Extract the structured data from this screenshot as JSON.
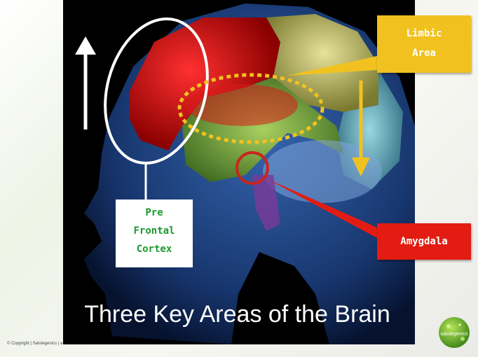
{
  "slide": {
    "title": "Three Key Areas of the Brain",
    "copyright": "© Copyright | Salutegenics | a",
    "logo_text": "salutegenics"
  },
  "labels": {
    "prefrontal_line1": "Pre",
    "prefrontal_line2": "Frontal",
    "prefrontal_line3": "Cortex",
    "limbic_line1": "Limbic",
    "limbic_line2": "Area",
    "amygdala": "Amygdala"
  },
  "colors": {
    "prefrontal_text": "#1a9a2e",
    "limbic_box": "#f1c21f",
    "amygdala_box": "#e21c12",
    "photo_background": "#000000"
  }
}
